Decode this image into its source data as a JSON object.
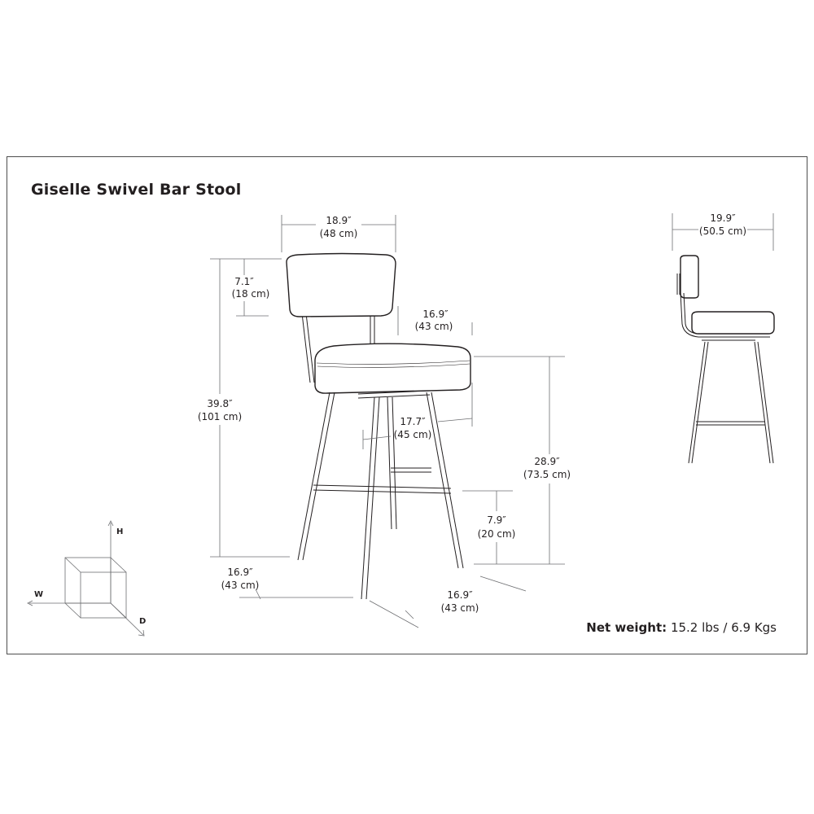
{
  "title": "Giselle Swivel Bar Stool",
  "dimensions": {
    "top_width": {
      "in": "18.9″",
      "cm": "(48 cm)"
    },
    "back_height": {
      "in": "7.1″",
      "cm": "(18 cm)"
    },
    "overall_height": {
      "in": "39.8″",
      "cm": "(101 cm)"
    },
    "seat_depth": {
      "in": "16.9″",
      "cm": "(43 cm)"
    },
    "seat_width": {
      "in": "17.7″",
      "cm": "(45 cm)"
    },
    "seat_height": {
      "in": "28.9″",
      "cm": "(73.5 cm)"
    },
    "footrest_height": {
      "in": "7.9″",
      "cm": "(20 cm)"
    },
    "base_width": {
      "in": "16.9″",
      "cm": "(43 cm)"
    },
    "base_depth": {
      "in": "16.9″",
      "cm": "(43 cm)"
    },
    "side_depth": {
      "in": "19.9″",
      "cm": "(50.5 cm)"
    }
  },
  "axes": {
    "h": "H",
    "w": "W",
    "d": "D"
  },
  "weight": {
    "label": "Net weight:",
    "value": "15.2 lbs / 6.9 Kgs"
  }
}
